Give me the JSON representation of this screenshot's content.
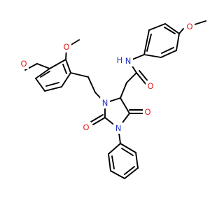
{
  "colors": {
    "carbon_bond": "#000000",
    "oxygen": "#e0201b",
    "nitrogen": "#2233c8",
    "background": "#ffffff"
  },
  "atom_labels": {
    "o_methoxy_upper": "O",
    "o_methoxy_left": "O",
    "o_methoxy_right": "O",
    "o_amide": "O",
    "o_ring_right": "O",
    "o_ring_left": "O",
    "n_amide": "N",
    "h_amide": "H",
    "n_ring_upper": "N",
    "n_ring_lower": "N"
  }
}
